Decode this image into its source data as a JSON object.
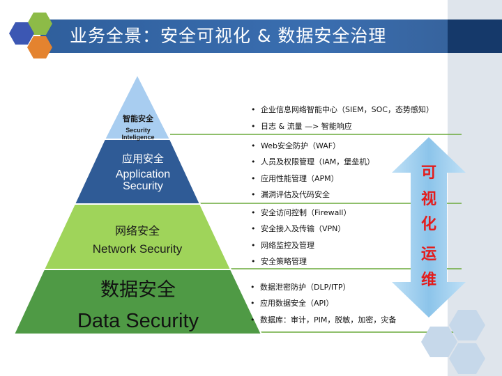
{
  "title": "业务全景：安全可视化 & 数据安全治理",
  "colors": {
    "level1": "#a8cdf0",
    "level2": "#2f5b96",
    "level3": "#9fd45a",
    "level4": "#4f9a45",
    "arrow": "#9ccdee",
    "arrow_text": "#e31c1c"
  },
  "levels": [
    {
      "cn": "智能安全",
      "en": "Security Inteligence"
    },
    {
      "cn": "应用安全",
      "en": "Application Security"
    },
    {
      "cn": "网络安全",
      "en": "Network Security"
    },
    {
      "cn": "数据安全",
      "en": "Data Security"
    }
  ],
  "bullets": [
    [
      "企业信息网络智能中心（SIEM，SOC，态势感知）",
      "日志 & 流量 —> 智能响应"
    ],
    [
      "Web安全防护（WAF）",
      "人员及权限管理（IAM，堡垒机）",
      "应用性能管理（APM）",
      "漏洞评估及代码安全"
    ],
    [
      "安全访问控制（Firewall）",
      "安全接入及传输（VPN）",
      "网络监控及管理",
      "安全策略管理"
    ],
    [
      "数据泄密防护（DLP/ITP）",
      "应用数据安全（API）",
      "数据库：审计，PIM，脱敏，加密，灾备"
    ]
  ],
  "arrow_chars": [
    "可",
    "视",
    "化",
    "运",
    "维"
  ]
}
